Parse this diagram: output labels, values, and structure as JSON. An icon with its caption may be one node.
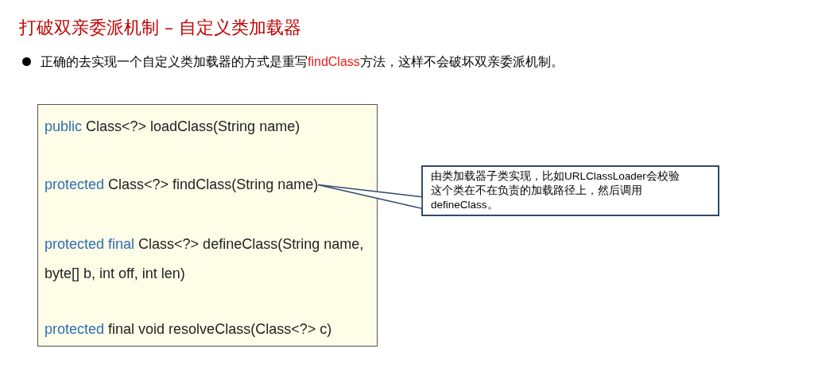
{
  "diagram": {
    "title": "打破双亲委派机制 – 自定义类加载器",
    "nodes": [
      {
        "text": [],
        "shape": "box"
      },
      {
        "text": [
          "**public** Class<?> loadClass(String name)"
        ],
        "in": 0
      },
      {
        "text": [
          "**protected** Class<?> findClass(String name)"
        ],
        "in": 0
      },
      {
        "text": [
          "**protected final** Class<?> defineClass(String name, byte[] b, int off, int len)"
        ],
        "in": 0
      },
      {
        "text": [
          "**protected** final void resolveClass(Class<?> c)"
        ],
        "in": 0
      },
      {
        "text": [
          "由类加载器子类实现，比如URLClassLoader会校验这个类在不在负责的加载路径上，然后调用defineClass。"
        ]
      }
    ],
    "edges": [
      {
        "from": 5,
        "to": 2,
        "arrow": "none"
      }
    ],
    "labels": [
      "正确的去实现一个自定义类加载器的方式是重写**findClass**方法，这样不会破坏双亲委派机制。"
    ]
  }
}
